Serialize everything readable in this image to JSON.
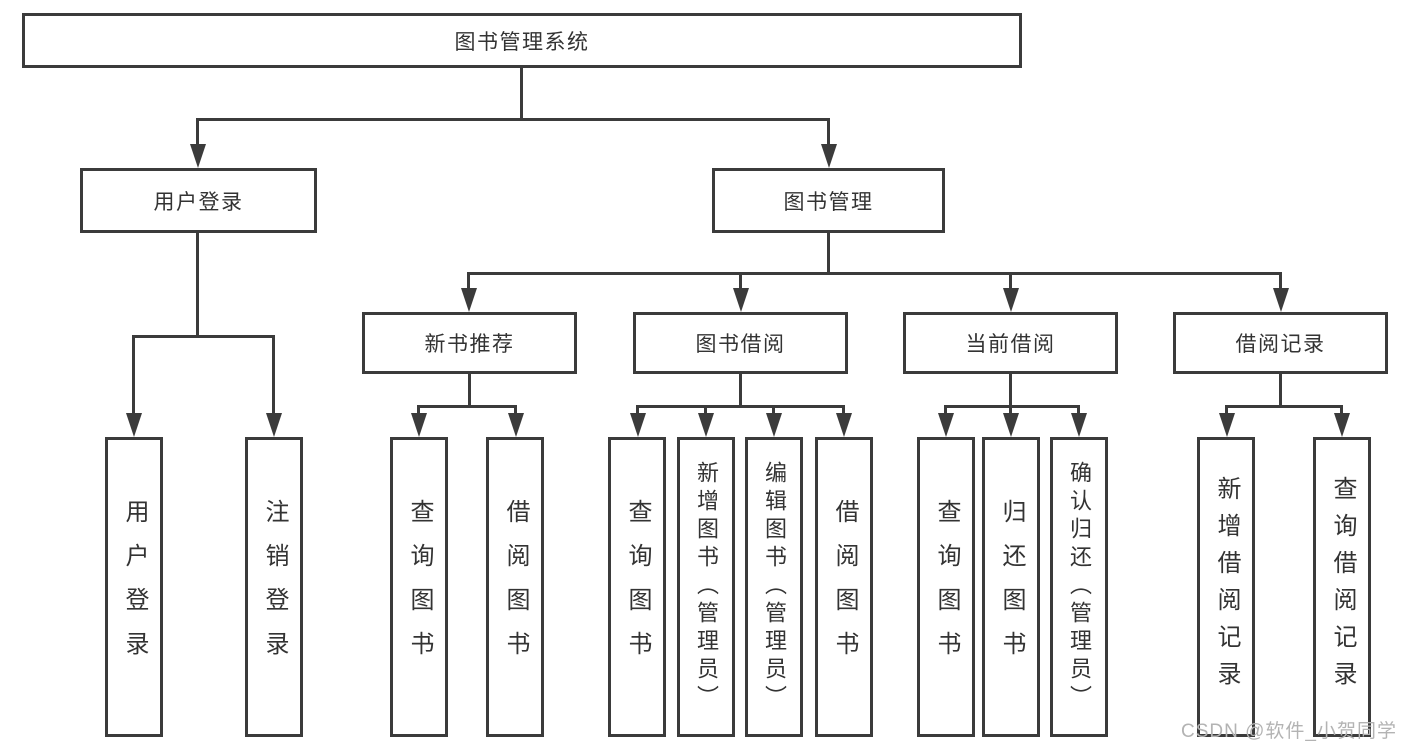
{
  "diagram": {
    "root": {
      "label": "图书管理系统"
    },
    "branches": [
      {
        "label": "用户登录",
        "children": [
          "用户登录",
          "注销登录"
        ]
      },
      {
        "label": "图书管理"
      }
    ],
    "modules": [
      {
        "label": "新书推荐",
        "children": [
          "查询图书",
          "借阅图书"
        ]
      },
      {
        "label": "图书借阅",
        "children": [
          "查询图书",
          "新增图书（管理员）",
          "编辑图书（管理员）",
          "借阅图书"
        ]
      },
      {
        "label": "当前借阅",
        "children": [
          "查询图书",
          "归还图书",
          "确认归还（管理员）"
        ]
      },
      {
        "label": "借阅记录",
        "children": [
          "新增借阅记录",
          "查询借阅记录"
        ]
      }
    ]
  },
  "watermark": {
    "text": "CSDN @软件_小贺同学"
  },
  "colors": {
    "line": "#3b3b3b",
    "text": "#333333",
    "watermark": "#b3b3b3",
    "background": "#ffffff"
  }
}
